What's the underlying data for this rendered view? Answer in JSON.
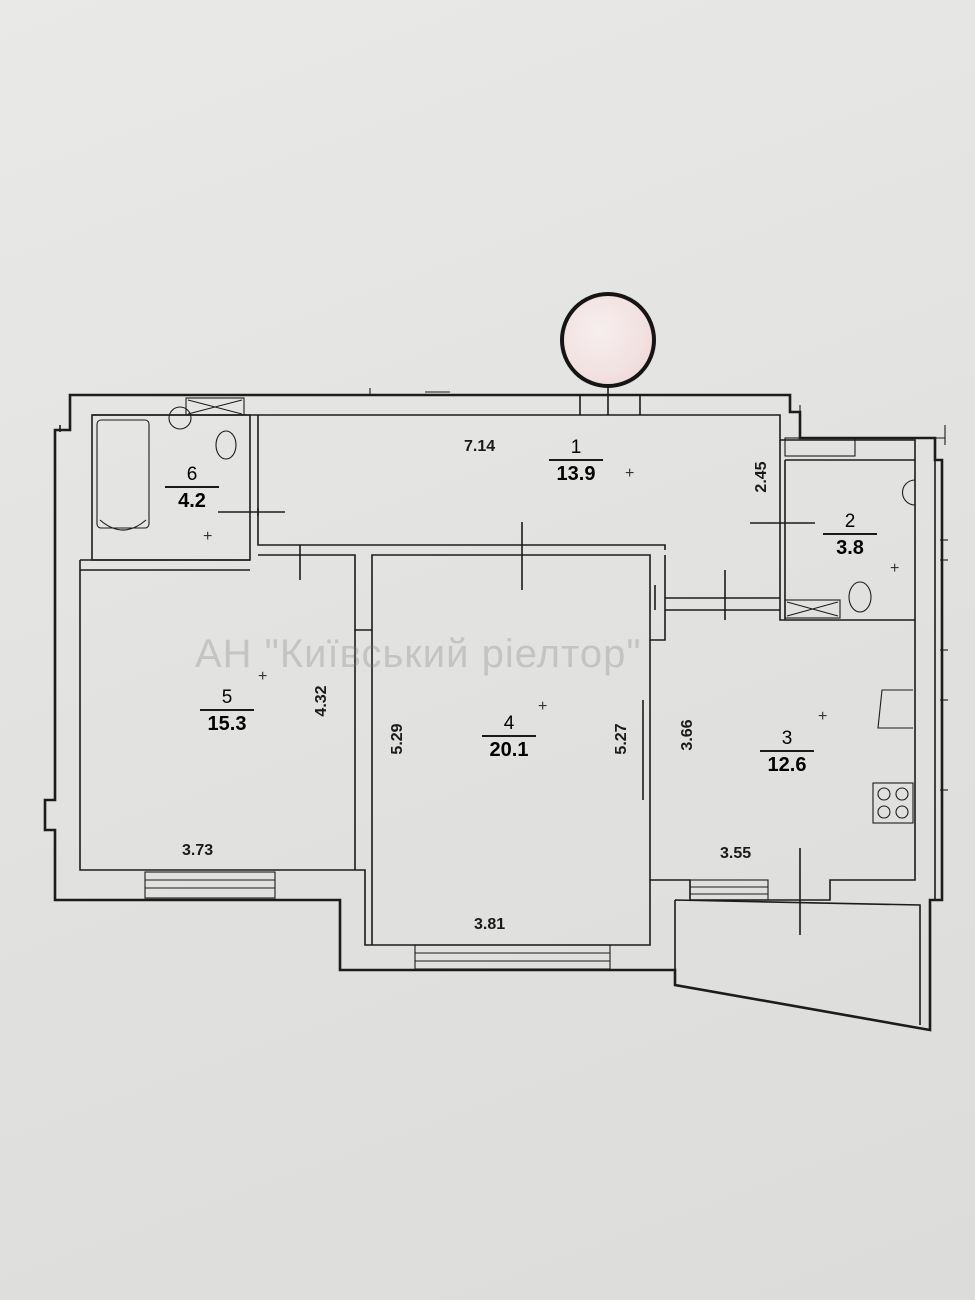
{
  "watermark": "АН \"Київський ріелтор\"",
  "rooms": [
    {
      "num": "1",
      "area": "13.9"
    },
    {
      "num": "2",
      "area": "3.8"
    },
    {
      "num": "3",
      "area": "12.6"
    },
    {
      "num": "4",
      "area": "20.1"
    },
    {
      "num": "5",
      "area": "15.3"
    },
    {
      "num": "6",
      "area": "4.2"
    }
  ],
  "dimensions": {
    "corridor_length": "7.14",
    "corridor_width": "2.45",
    "room5_depth": "4.32",
    "room5_width": "3.73",
    "room4_depth_left": "5.29",
    "room4_depth_right": "5.27",
    "room4_width": "3.81",
    "room3_depth": "3.66",
    "room3_width": "3.55"
  },
  "colors": {
    "ink": "#1c1c1c",
    "paper": "#e4e4e2",
    "stamp_fill": "#f2e1e1"
  }
}
